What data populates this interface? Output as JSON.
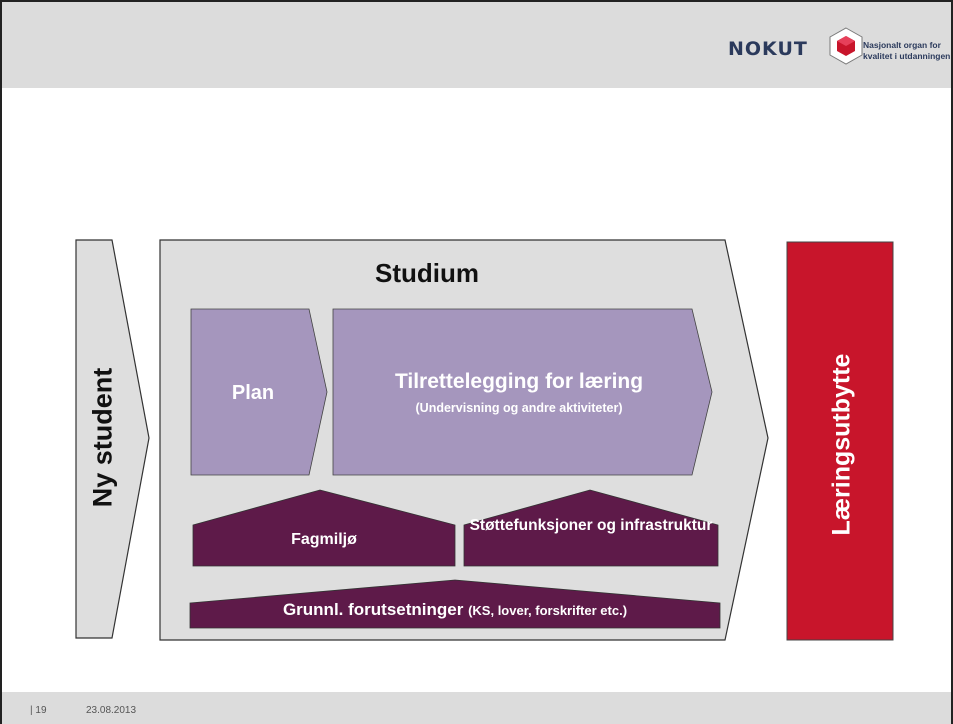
{
  "header": {
    "logo_word": "NOKUT",
    "logo_tagline": "Nasjonalt organ for kvalitet i utdanningen"
  },
  "diagram": {
    "input": "Ny student",
    "studium": "Studium",
    "plan": "Plan",
    "tilrettelegging": "Tilrettelegging for læring",
    "tilrettelegging_sub": "(Undervisning og andre aktiviteter)",
    "fagmiljo": "Fagmiljø",
    "stottefunksjoner": "Støttefunksjoner og infrastruktur",
    "grunnl": "Grunnl. forutsetninger",
    "grunnl_sub": "(KS, lover, forskrifter etc.)",
    "output": "Læringsutbytte"
  },
  "footer": {
    "page": "| 19",
    "date": "23.08.2013"
  },
  "colors": {
    "band": "#dcdcdc",
    "panel": "#dedede",
    "lavender": "#a596bd",
    "plum": "#5e1a49",
    "red": "#c8152b"
  }
}
